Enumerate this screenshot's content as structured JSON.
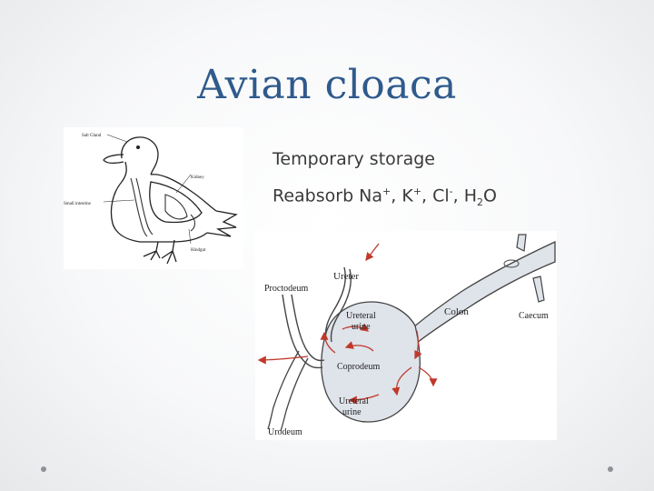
{
  "slide": {
    "title": "Avian cloaca",
    "bullets": [
      {
        "text": "Temporary storage"
      },
      {
        "prefix": "Reabsorb Na",
        "sup1": "+",
        "mid1": ", K",
        "sup2": "+",
        "mid2": ", Cl",
        "sup3": "-",
        "mid3": ", H",
        "sub1": "2",
        "suffix": "O"
      }
    ]
  },
  "duck_diagram": {
    "labels": {
      "salt_gland": "Salt Gland",
      "kidney": "Kidney",
      "small_intestine": "Small intestine",
      "hindgut": "Hindgut"
    }
  },
  "cloaca_diagram": {
    "labels": {
      "ureter": "Ureter",
      "proctodeum": "Proctodeum",
      "ureteral_urine_top_line1": "Ureteral",
      "ureteral_urine_top_line2": "urine",
      "colon": "Colon",
      "caecum": "Caecum",
      "coprodeum": "Coprodeum",
      "ureteral_urine_bottom_line1": "Ureteral",
      "ureteral_urine_bottom_line2": "urine",
      "urodeum": "Urodeum"
    },
    "colors": {
      "arrow": "#c0392b",
      "tube_fill": "#dfe3ea"
    }
  },
  "theme": {
    "title_color": "#2f5a8c",
    "dot_color": "#8e9196"
  }
}
